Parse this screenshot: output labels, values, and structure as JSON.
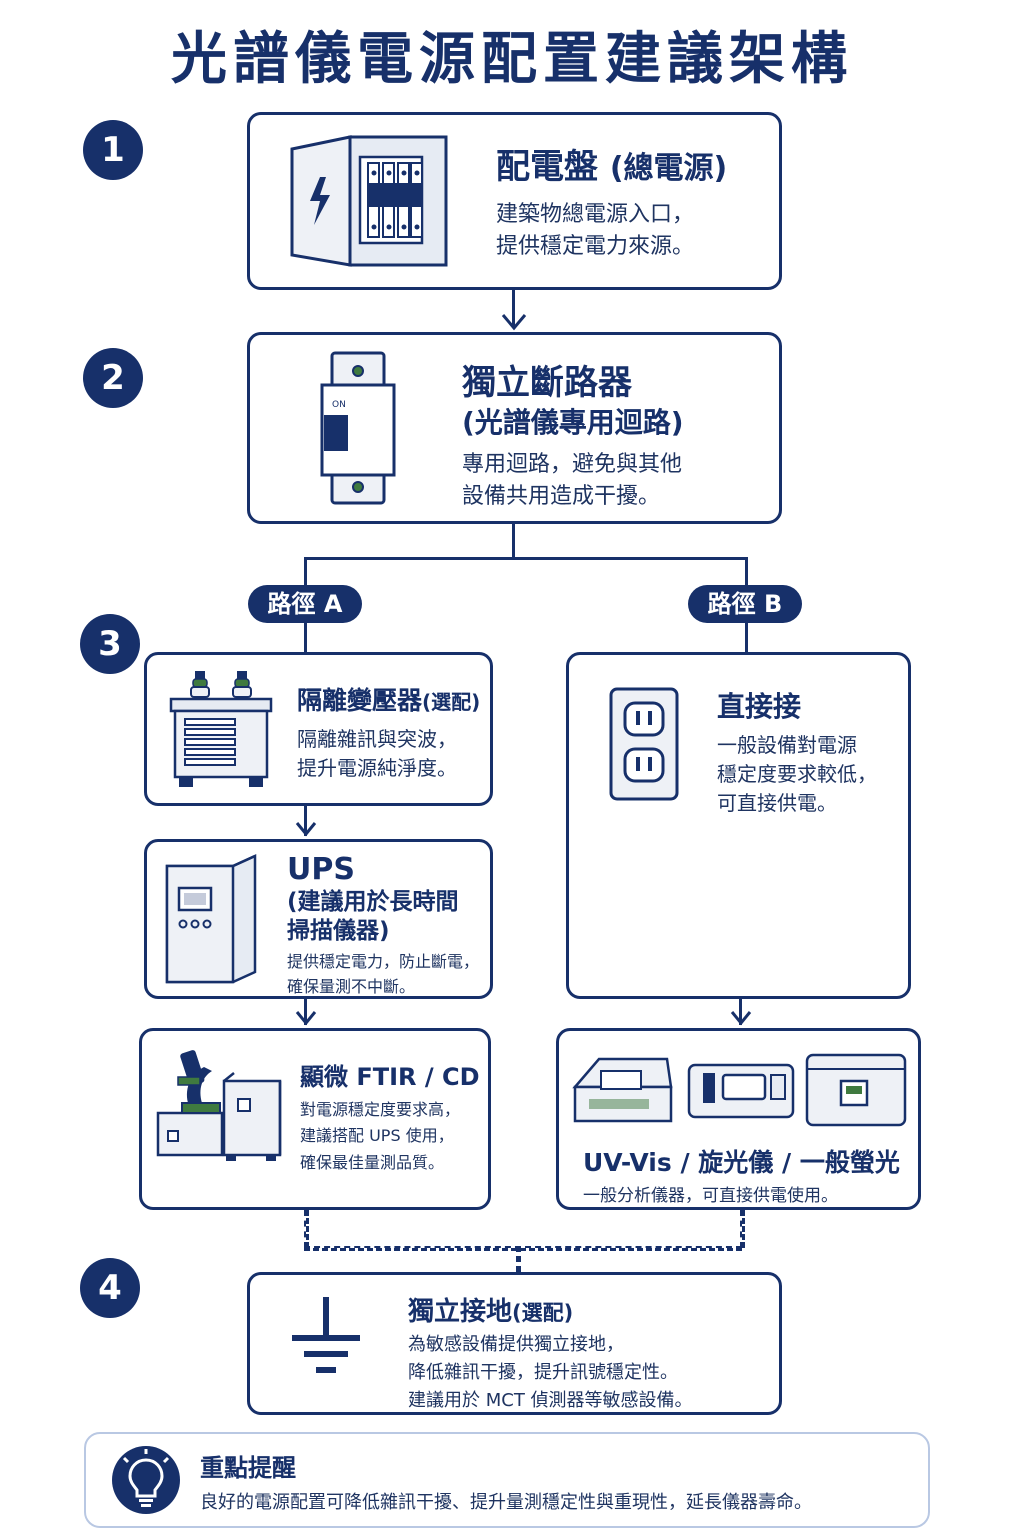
{
  "title": "光譜儀電源配置建議架構",
  "steps": [
    "1",
    "2",
    "3",
    "4"
  ],
  "panel": {
    "heading": "配電盤",
    "heading_sub": "(總電源)",
    "desc1": "建築物總電源入口，",
    "desc2": "提供穩定電力來源。",
    "icon": "electrical-panel-icon"
  },
  "breaker": {
    "heading": "獨立斷路器",
    "heading_sub": "(光譜儀專用迴路)",
    "desc1": "專用迴路，避免與其他",
    "desc2": "設備共用造成干擾。",
    "switch_label": "ON",
    "icon": "circuit-breaker-icon"
  },
  "path_a": {
    "label": "路徑 A"
  },
  "path_b": {
    "label": "路徑 B"
  },
  "transformer": {
    "heading": "隔離變壓器",
    "heading_sub": "(選配)",
    "desc1": "隔離雜訊與突波，",
    "desc2": "提升電源純淨度。",
    "icon": "transformer-icon"
  },
  "direct": {
    "heading": "直接接",
    "desc1": "一般設備對電源",
    "desc2": "穩定度要求較低，",
    "desc3": "可直接供電。",
    "icon": "power-outlet-icon"
  },
  "ups": {
    "heading": "UPS",
    "heading_sub1": "(建議用於長時間",
    "heading_sub2": "掃描儀器)",
    "desc1": "提供穩定電力，防止斷電，",
    "desc2": "確保量測不中斷。",
    "icon": "ups-icon"
  },
  "ftir": {
    "heading": "顯微 FTIR / CD",
    "desc1": "對電源穩定度要求高，",
    "desc2": "建議搭配 UPS 使用，",
    "desc3": "確保最佳量測品質。",
    "icon": "microscope-icon"
  },
  "uvvis": {
    "heading": "UV-Vis / 旋光儀 / 一般螢光",
    "desc1": "一般分析儀器，可直接供電使用。",
    "icon": "spectrometer-icon"
  },
  "ground": {
    "heading": "獨立接地",
    "heading_sub": "(選配)",
    "desc1": "為敏感設備提供獨立接地，",
    "desc2": "降低雜訊干擾，提升訊號穩定性。",
    "desc3": "建議用於 MCT 偵測器等敏感設備。",
    "icon": "ground-icon"
  },
  "tip": {
    "heading": "重點提醒",
    "desc": "良好的電源配置可降低雜訊干擾、提升量測穩定性與重現性，延長儀器壽命。",
    "icon": "lightbulb-icon"
  },
  "colors": {
    "navy": "#17306a",
    "light": "#e6ebf3",
    "tip_border": "#b9c8e3"
  }
}
